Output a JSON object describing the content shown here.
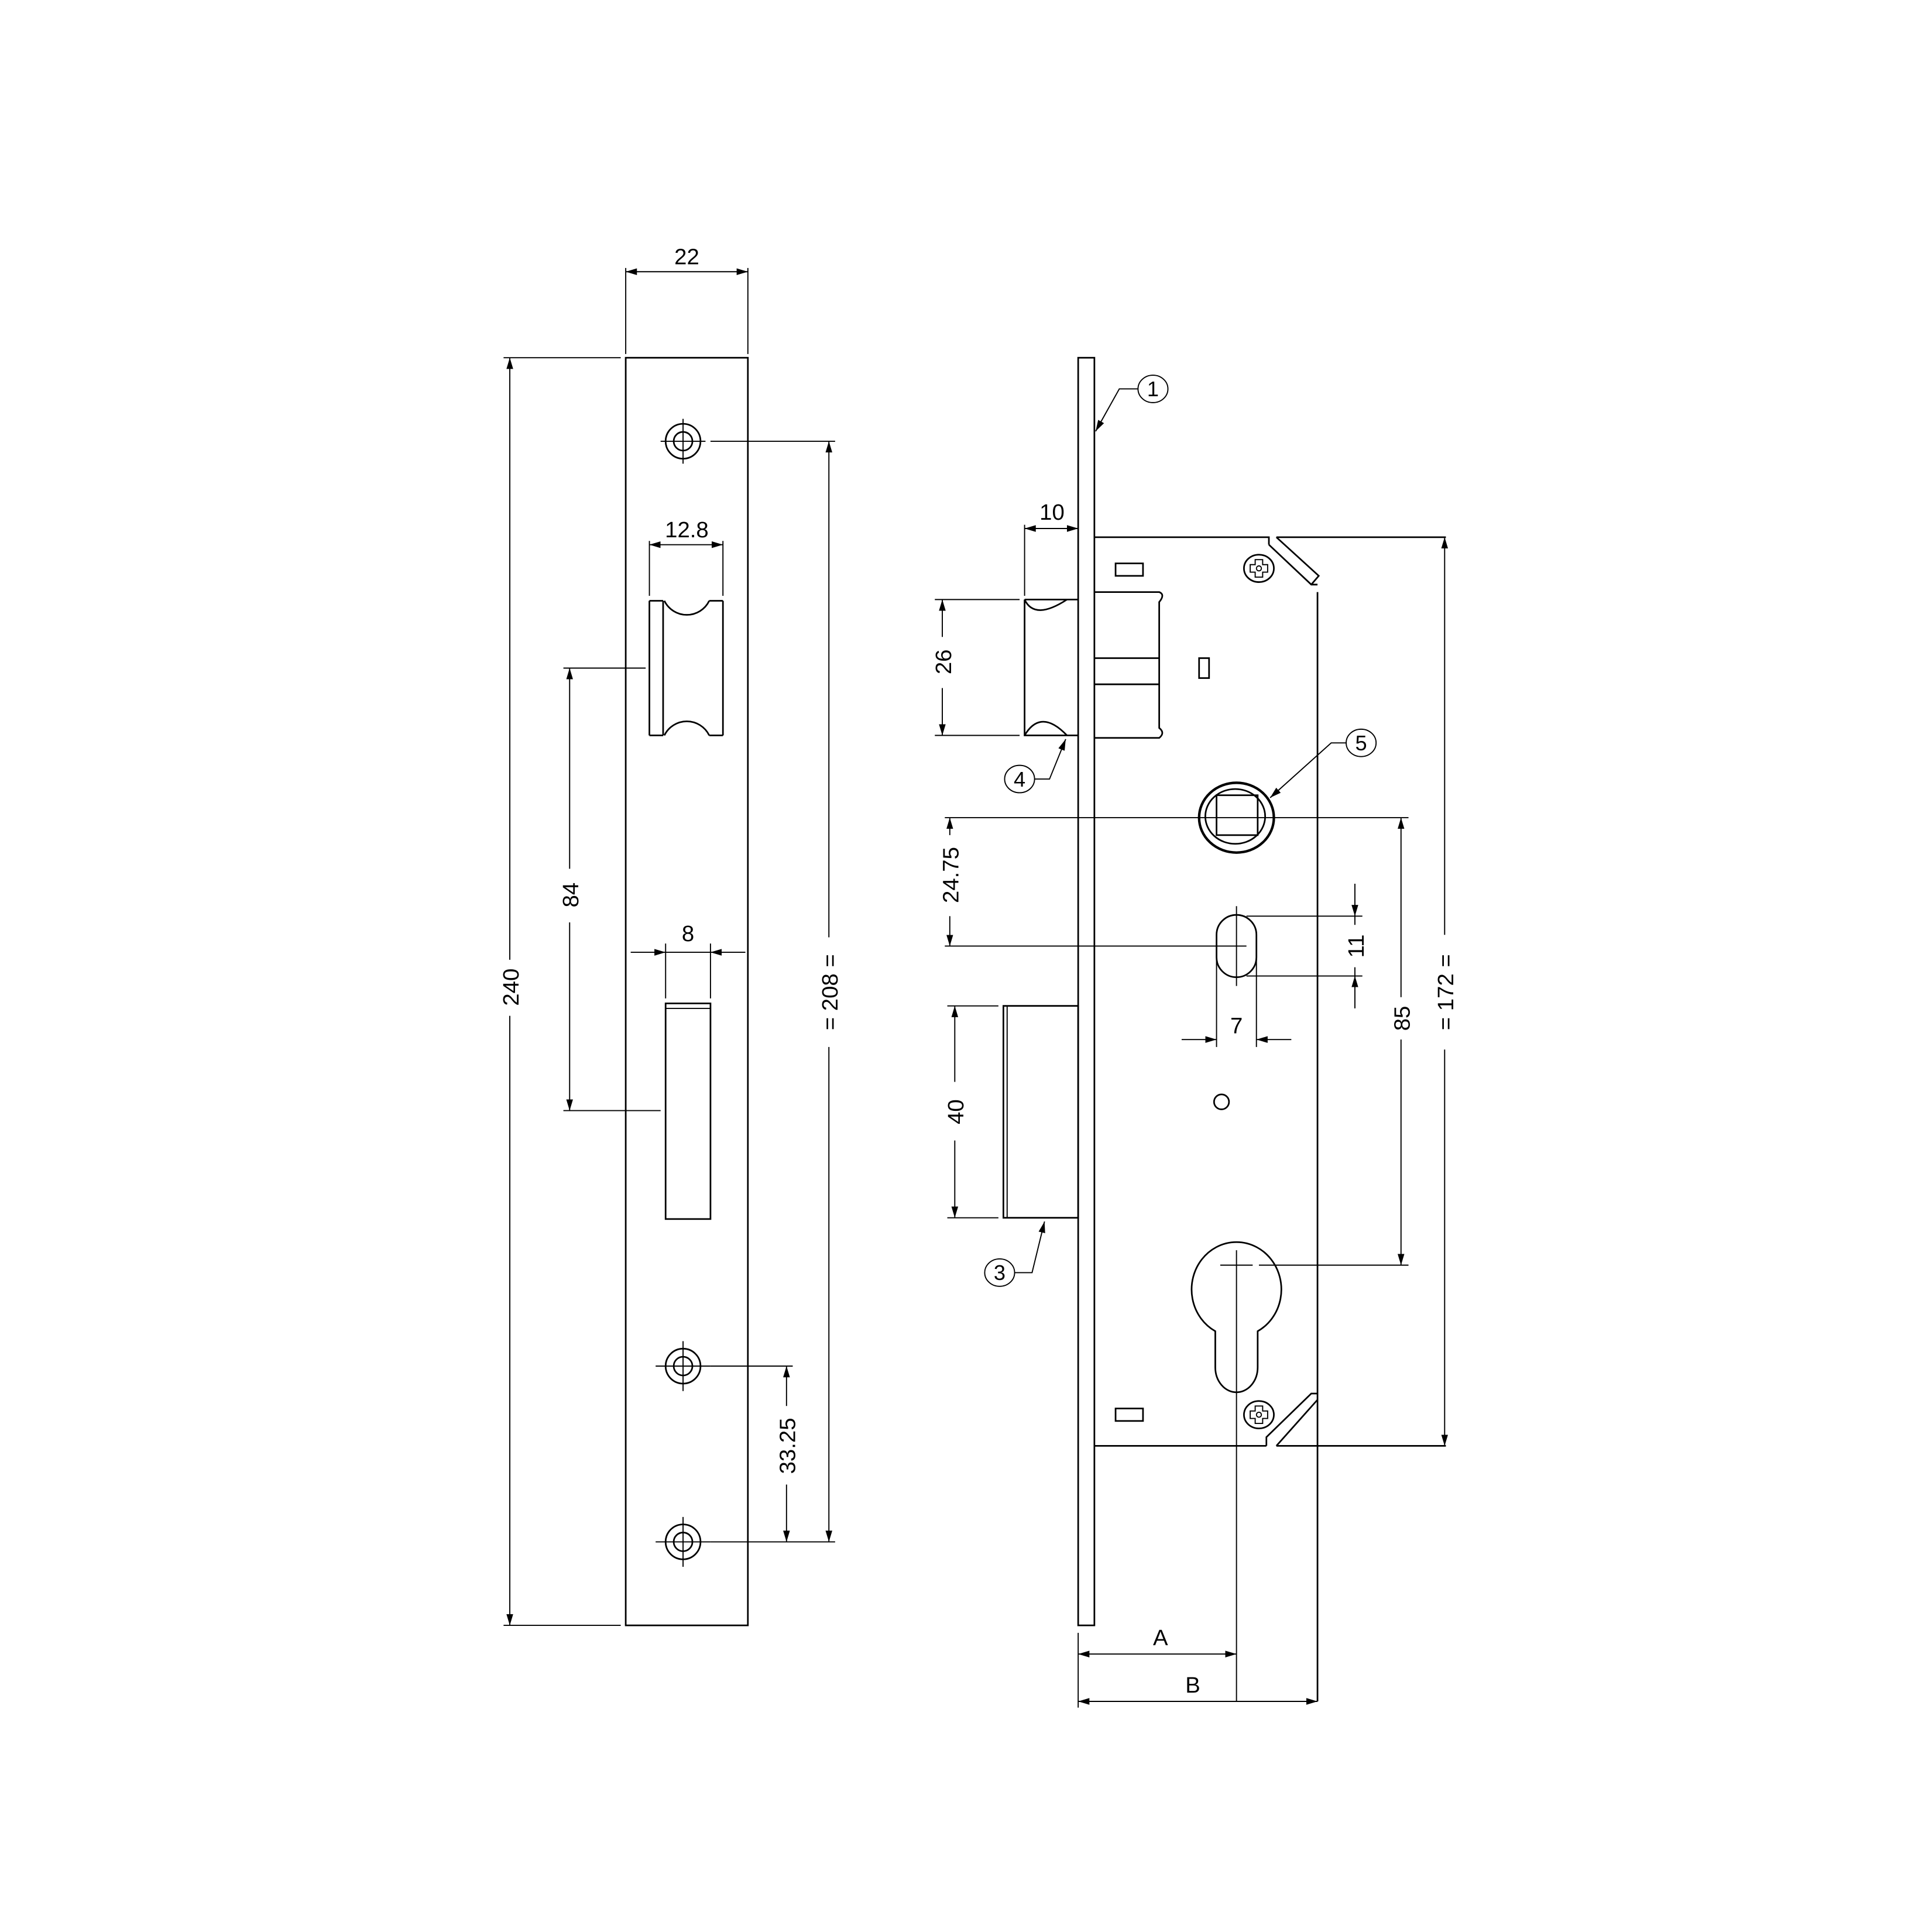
{
  "drawing": {
    "title": "Mortise lock technical drawing",
    "units": "mm",
    "line_color": "#000000",
    "background": "#ffffff"
  },
  "faceplate_view": {
    "dimensions": {
      "width": "22",
      "height": "240",
      "screw_span": "= 208 =",
      "latch_width": "12.8",
      "latch_to_bolt": "84",
      "bolt_width": "8",
      "lower_screw_spacing": "33.25"
    },
    "screw_holes": 3
  },
  "side_view": {
    "dimensions": {
      "latch_projection": "10",
      "latch_height": "26",
      "spindle_offset": "24.75",
      "slot_height": "11",
      "slot_width": "7",
      "bolt_height": "40",
      "center_distance": "85",
      "body_height": "= 172 =",
      "backset": "A",
      "body_depth": "B"
    },
    "callouts": {
      "c1": "1",
      "c3": "3",
      "c4": "4",
      "c5": "5"
    }
  }
}
